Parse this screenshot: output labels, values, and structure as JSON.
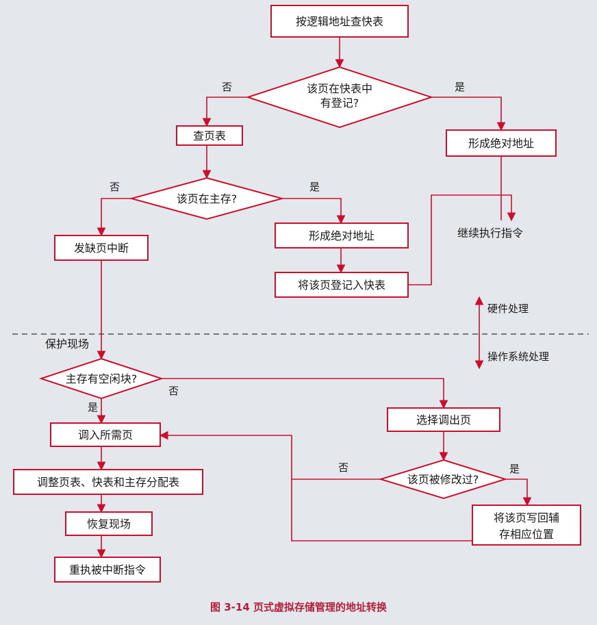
{
  "nodes": {
    "lookup_tlb": "按逻辑地址查快表",
    "in_tlb": [
      "该页在快表中",
      "有登记?"
    ],
    "check_page_table": "查页表",
    "form_addr_1": "形成绝对地址",
    "in_memory": "该页在主存?",
    "page_fault": "发缺页中断",
    "form_addr_2": "形成绝对地址",
    "register_tlb": "将该页登记入快表",
    "continue_exec": "继续执行指令",
    "save_context": "保护现场",
    "free_block": "主存有空闲块?",
    "select_out_page": "选择调出页",
    "load_page": "调入所需页",
    "modified": "该页被修改过?",
    "adjust_tables": "调整页表、快表和主存分配表",
    "write_back": [
      "将该页写回辅",
      "存相应位置"
    ],
    "restore_context": "恢复现场",
    "reexecute": "重执被中断指令"
  },
  "labels": {
    "no": "否",
    "yes": "是",
    "hardware": "硬件处理",
    "os": "操作系统处理"
  },
  "caption": "图 3-14    页式虚拟存储管理的地址转换",
  "colors": {
    "line": "#c8102e",
    "box_fill": "#ffffff",
    "caption": "#b0203a"
  }
}
